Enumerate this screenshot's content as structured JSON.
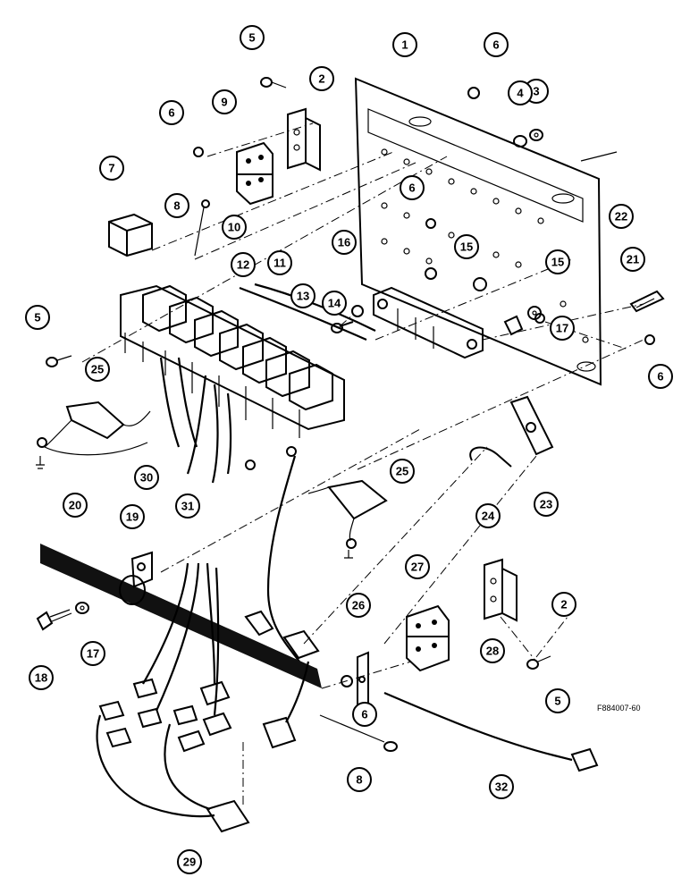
{
  "figure_code": "F884007-60",
  "callouts": [
    "1",
    "2",
    "3",
    "4",
    "5",
    "6",
    "7",
    "8",
    "9",
    "10",
    "11",
    "12",
    "13",
    "14",
    "15",
    "16",
    "17",
    "18",
    "19",
    "20",
    "21",
    "22",
    "23",
    "24",
    "25",
    "26",
    "27",
    "28",
    "29",
    "30",
    "31",
    "32"
  ]
}
